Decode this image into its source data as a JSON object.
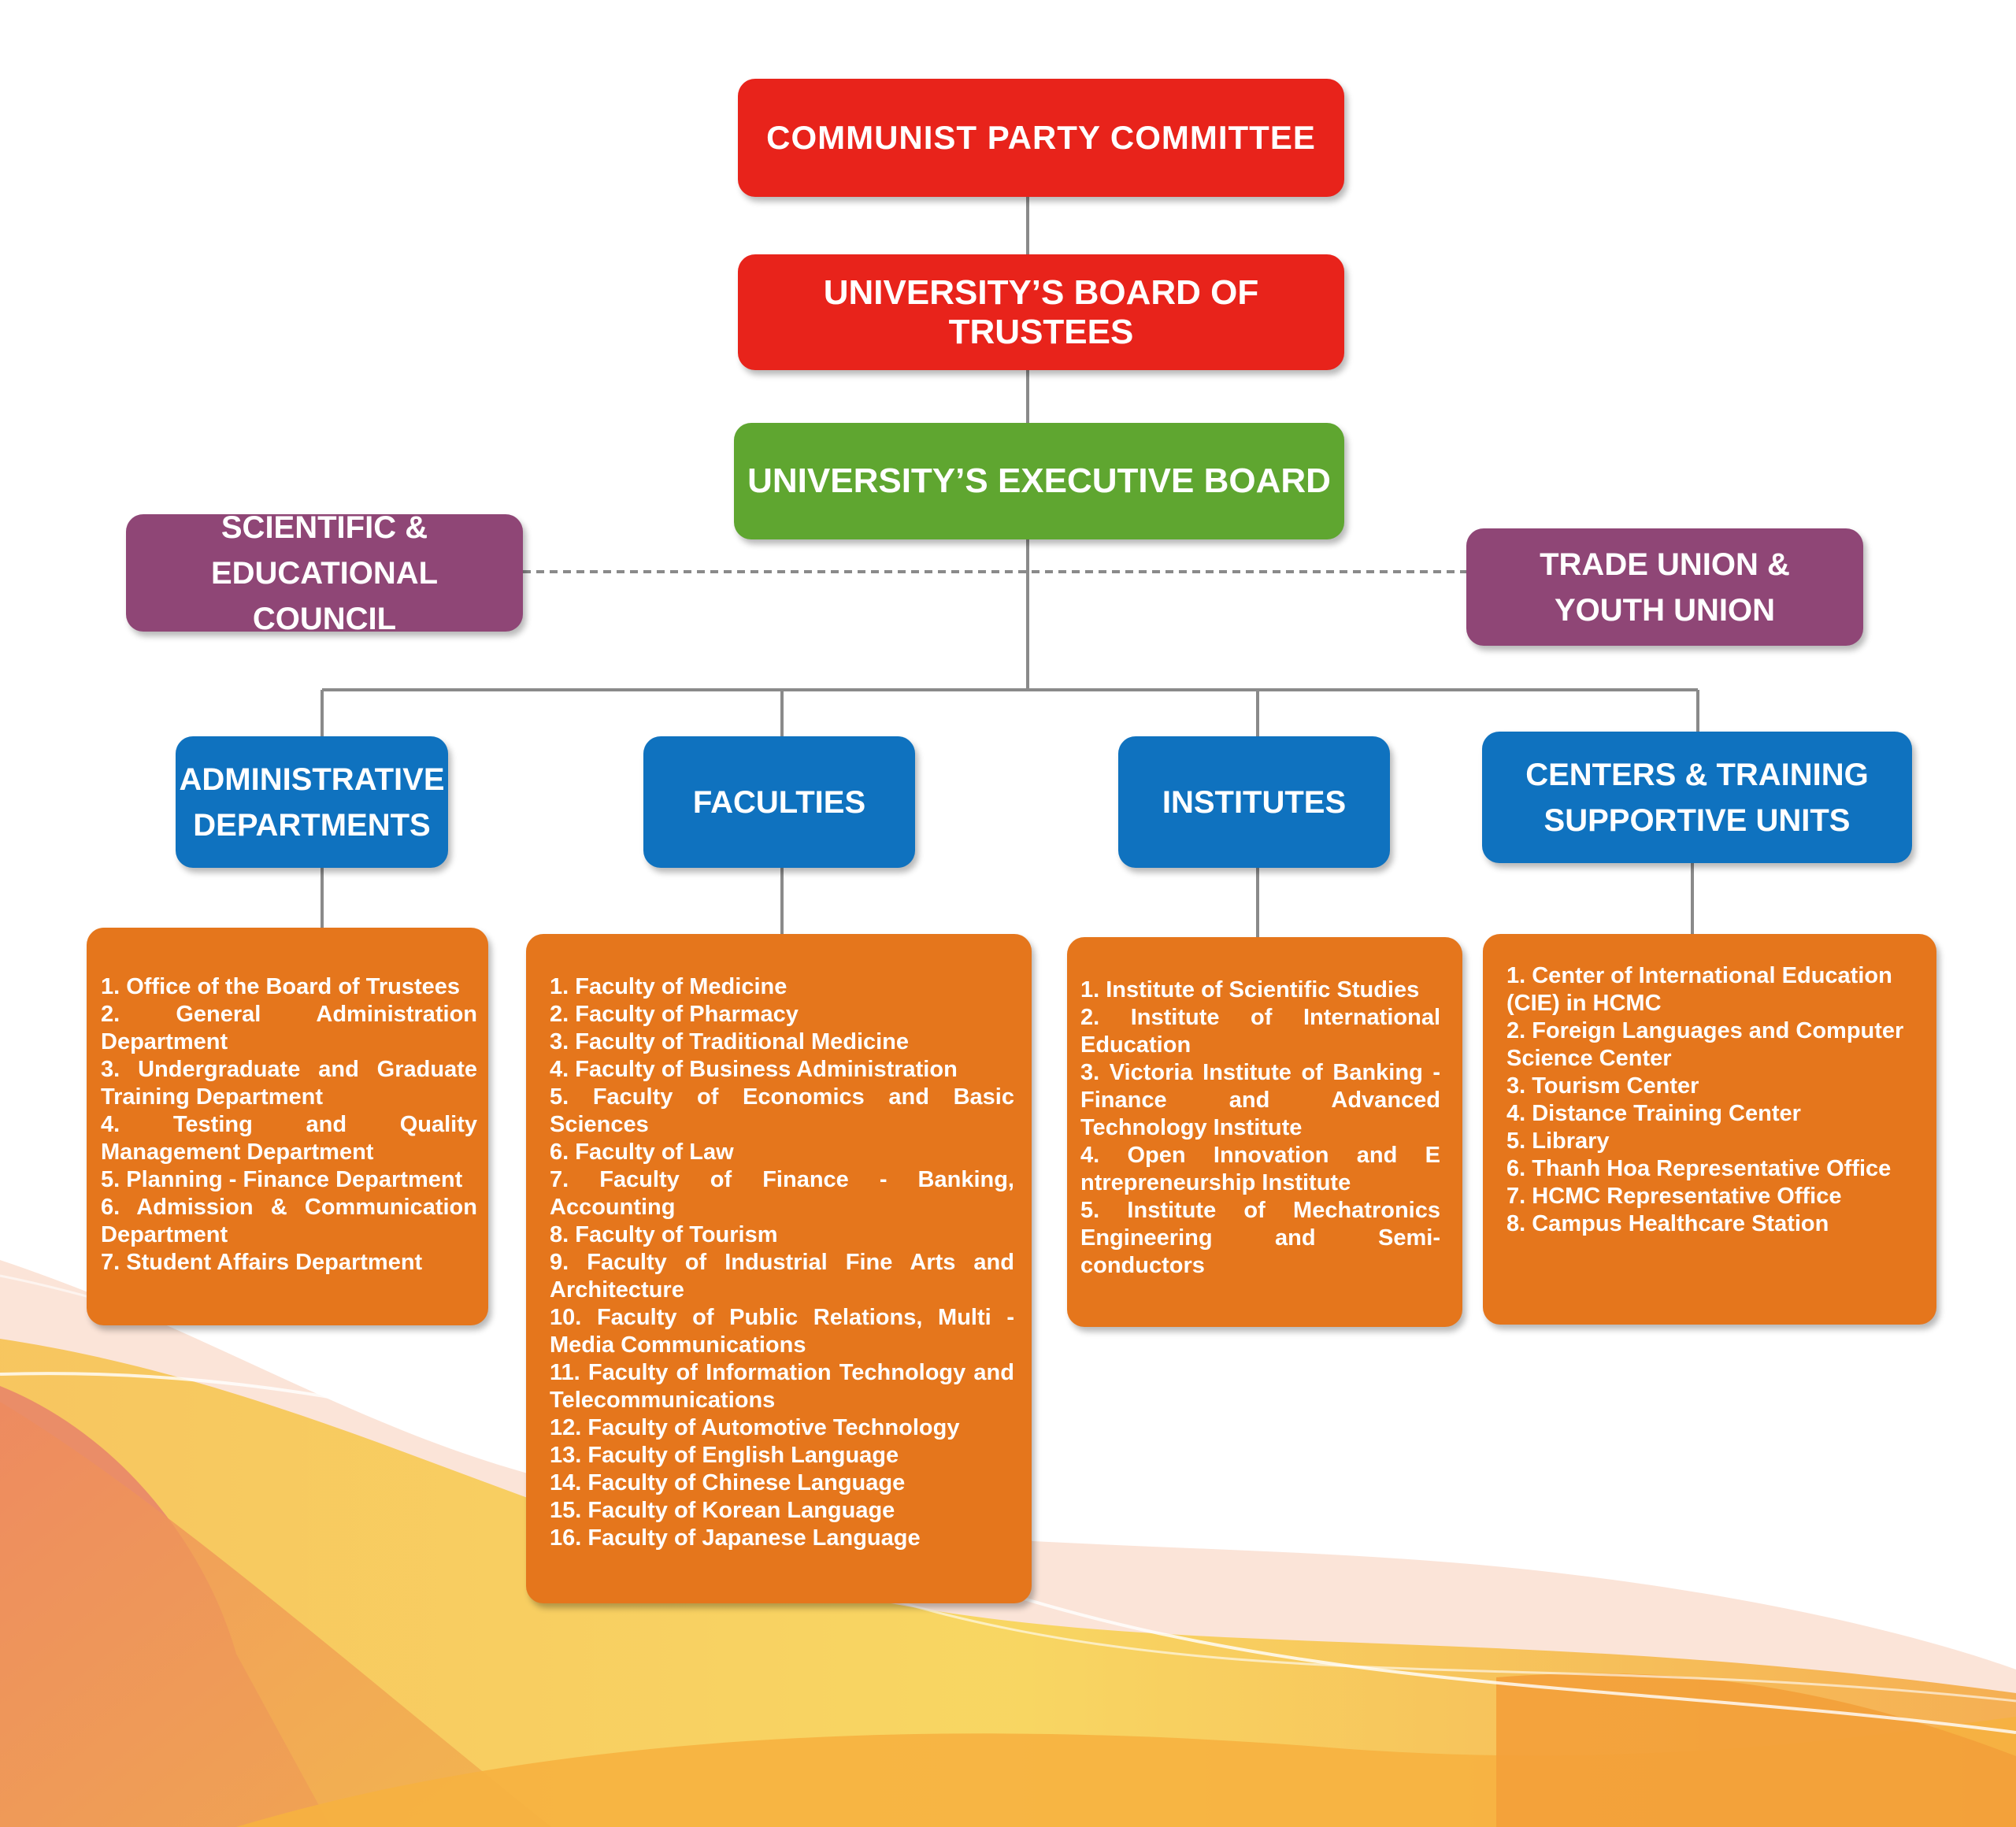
{
  "top": {
    "party_committee": "COMMUNIST PARTY COMMITTEE",
    "board_of_trustees": "UNIVERSITY’S BOARD OF TRUSTEES",
    "executive_board": "UNIVERSITY’S EXECUTIVE BOARD"
  },
  "side": {
    "scientific_council": "SCIENTIFIC & EDUCATIONAL COUNCIL",
    "trade_youth_union": "TRADE UNION & YOUTH UNION"
  },
  "categories": {
    "administrative": "ADMINISTRATIVE DEPARTMENTS",
    "faculties": "FACULTIES",
    "institutes": "INSTITUTES",
    "centers": "CENTERS & TRAINING SUPPORTIVE UNITS"
  },
  "lists": {
    "administrative": [
      "1. Office of the Board of Trustees",
      "2. General Administration Department",
      "3. Undergraduate and Graduate Training Department",
      "4. Testing and Quality Management Department",
      "5. Planning - Finance Department",
      "6. Admission & Communication Department",
      "7. Student Affairs Department"
    ],
    "faculties": [
      "1. Faculty of Medicine",
      "2. Faculty of Pharmacy",
      "3. Faculty of Traditional Medicine",
      "4. Faculty of Business Administration",
      "5. Faculty of Economics and Basic Sciences",
      "6. Faculty of Law",
      "7. Faculty of Finance - Banking, Accounting",
      "8. Faculty of Tourism",
      "9. Faculty of Industrial Fine Arts and Architecture",
      "10. Faculty of Public Relations, Multi - Media Communications",
      "11. Faculty of Information Technology and Telecommunications",
      "12. Faculty of Automotive Technology",
      "13. Faculty of English Language",
      "14. Faculty of Chinese Language",
      "15. Faculty of Korean Language",
      "16. Faculty of Japanese Language"
    ],
    "institutes": [
      "1. Institute of Scientific Studies",
      "2. Institute of International Education",
      "3. Victoria Institute of Banking - Finance and Advanced Technology Institute",
      "4. Open Innovation and E ntrepreneurship Institute",
      "5. Institute of Mechatronics Engineering and Semi-conductors"
    ],
    "centers": [
      "1. Center of International Education (CIE) in HCMC",
      "2. Foreign Languages and Computer Science Center",
      "3. Tourism Center",
      "4. Distance Training Center",
      "5. Library",
      "6. Thanh Hoa Representative Office",
      "7. HCMC Representative Office",
      "8. Campus Healthcare Station"
    ]
  },
  "colors": {
    "party_and_trustees": "#e8231b",
    "executive": "#5fa630",
    "side_units": "#8f4676",
    "categories": "#0f72bf",
    "lists": "#e5761c",
    "connector": "#8a8a8a"
  }
}
